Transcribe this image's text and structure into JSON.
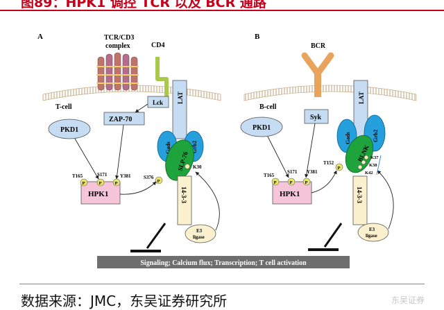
{
  "header": {
    "title": "图89：HPK1 调控 TCR 以及 BCR 通路"
  },
  "panel_a": {
    "label": "A",
    "cell": "T-cell",
    "receptor": "TCR/CD3",
    "receptor_sub": "complex",
    "coreceptor": "CD4",
    "lck": "Lck",
    "lat": "LAT",
    "zap70": "ZAP-70",
    "pkd1": "PKD1",
    "gads": "Gads",
    "grb2": "Grb2",
    "slp76": "SLP-76",
    "k30": "K30",
    "s376": "S376",
    "t165": "T165",
    "s171": "S171",
    "y381": "Y381",
    "p": "P",
    "hpk1": "HPK1",
    "protein_1433": "14-3-3",
    "e3": "E3",
    "ligase": "ligase"
  },
  "panel_b": {
    "label": "B",
    "cell": "B-cell",
    "receptor": "BCR",
    "syk": "Syk",
    "lat": "LAT",
    "pkd1": "PKD1",
    "gads": "Gads",
    "grb2": "Grb2",
    "blnk": "BLNK",
    "k37": "K37",
    "k38": "K38",
    "k42": "K42",
    "t152": "T152",
    "t165": "T165",
    "s171": "S171",
    "y381": "Y381",
    "p": "P",
    "hpk1": "HPK1",
    "protein_1433": "14-3-3",
    "e3": "E3",
    "ligase": "ligase"
  },
  "signaling_bar": "Signaling; Calcium flux; Transcription; T cell activation",
  "footer": {
    "source": "数据来源：JMC，东吴证券研究所",
    "watermark": "东吴证券"
  },
  "colors": {
    "title_red": "#c4001a",
    "hpk1_pink": "#f6c6d8",
    "green": "#1fa33c",
    "blue_protein": "#26a0dd",
    "light_blue": "#c5dcf2",
    "membrane": "#d8c4a8",
    "tcr_stripe": "#c0736b",
    "cd4_green": "#a9c94a",
    "bcr_orange": "#e8a35c",
    "bar_gray": "#6e6e6e",
    "phospho_yellow": "#e9e56a"
  }
}
